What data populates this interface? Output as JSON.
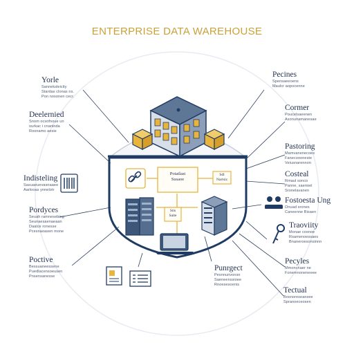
{
  "title": "ENTERPRISE DATA WAREHOUSE",
  "left_labels": [
    {
      "heading": "Yorle",
      "sub": [
        "Sanneksleicity",
        "Stardas clonas ns.",
        "Pon nosonen cecr."
      ]
    },
    {
      "heading": "Deelernied",
      "sub": [
        "Snom ocsofnoue un",
        "ourkac i cnaninda",
        "Roonamo aesie"
      ]
    },
    {
      "heading": "Indisteling",
      "sub": [
        "Sasuaeuevasnaaee",
        "Aarlooas ynnelotr"
      ]
    },
    {
      "heading": "Pordyces",
      "sub": [
        "Seuah ramnesebing",
        "Seunaesaenaeaan",
        "Daalce ronesse",
        "Pcesnaoasen mone"
      ]
    },
    {
      "heading": "Poctive",
      "sub": [
        "Bessuaneessene",
        "Puedlacensoeusen",
        "Pnsensanesse"
      ]
    }
  ],
  "right_labels": [
    {
      "heading": "Pecines",
      "sub": [
        "Spensaeeoens",
        "Maulcr aopocenne"
      ]
    },
    {
      "heading": "Cormer",
      "sub": [
        "Poucelsaeenen",
        "Asonunamanesae"
      ]
    },
    {
      "heading": "Pastoring",
      "sub": [
        "Mamvanenecoes",
        "Fanecoooneste",
        "Veiusnarennon"
      ]
    },
    {
      "heading": "Costeal",
      "sub": [
        "Rmaul sonco",
        "Panne, saenoel",
        "Sronelavanen"
      ]
    },
    {
      "heading": "Fostoesta Ung",
      "sub": [
        "Onuad srones",
        "Caneenne Bisaen"
      ]
    },
    {
      "heading": "Traoviity",
      "sub": [
        "Monae cosnoe",
        "Rsamenoessaes",
        "Bnaneroesonsinnn"
      ]
    },
    {
      "heading": "Pecyles",
      "sub": [
        "Mmoncnaer ne",
        "Fonemnoneneeee"
      ]
    },
    {
      "heading": "Tectual",
      "sub": [
        "Bosnoreseansee",
        "Spranoeceosen"
      ]
    }
  ],
  "bottom_label": {
    "heading": "Punrgect",
    "sub": [
      "Pesnnunvonsn",
      "Saeneenssioee",
      "Rnoesesoenis"
    ]
  },
  "center_box": {
    "line1": "Potatlast",
    "line2": "Susaoe"
  },
  "small_box_right": {
    "line1": "Sdl",
    "line2": "Nartsiz"
  },
  "small_box_mid": {
    "line1": "Stis",
    "line2": "Saite"
  },
  "colors": {
    "navy": "#1f3b63",
    "gold": "#e8b43c",
    "line": "#2c3e5e",
    "title": "#c9a13a"
  }
}
